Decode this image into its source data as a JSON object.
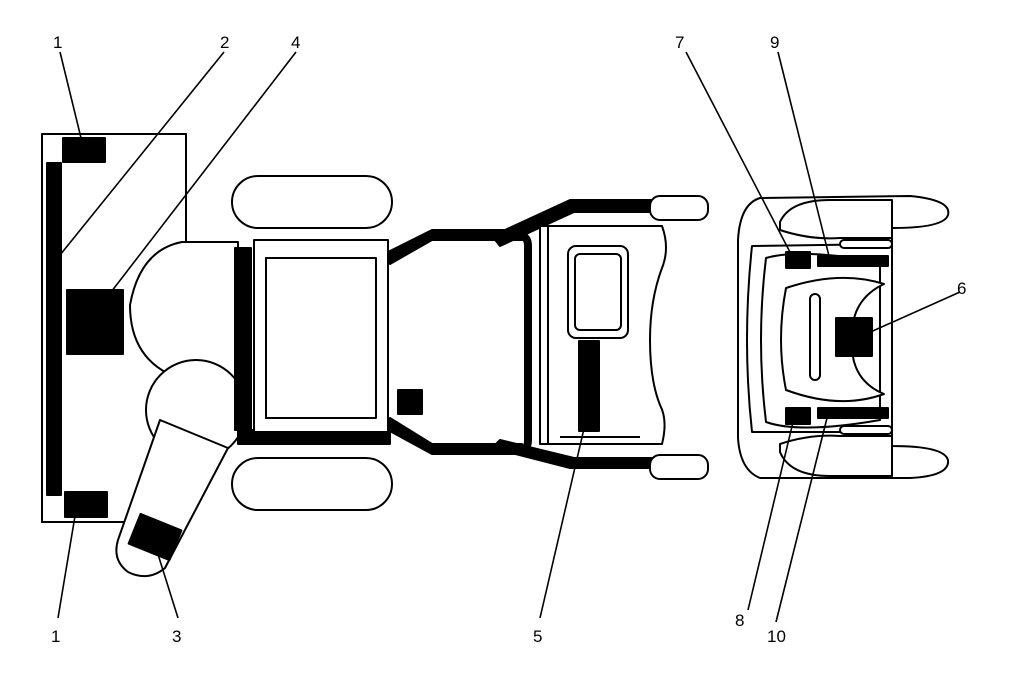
{
  "diagram": {
    "callouts": [
      {
        "id": "c1-top",
        "label": "1"
      },
      {
        "id": "c2",
        "label": "2"
      },
      {
        "id": "c4",
        "label": "4"
      },
      {
        "id": "c1-bottom",
        "label": "1"
      },
      {
        "id": "c3",
        "label": "3"
      },
      {
        "id": "c5",
        "label": "5"
      },
      {
        "id": "c7",
        "label": "7"
      },
      {
        "id": "c9",
        "label": "9"
      },
      {
        "id": "c6",
        "label": "6"
      },
      {
        "id": "c8",
        "label": "8"
      },
      {
        "id": "c10",
        "label": "10"
      }
    ],
    "colors": {
      "line": "#000000",
      "background": "#ffffff"
    }
  }
}
